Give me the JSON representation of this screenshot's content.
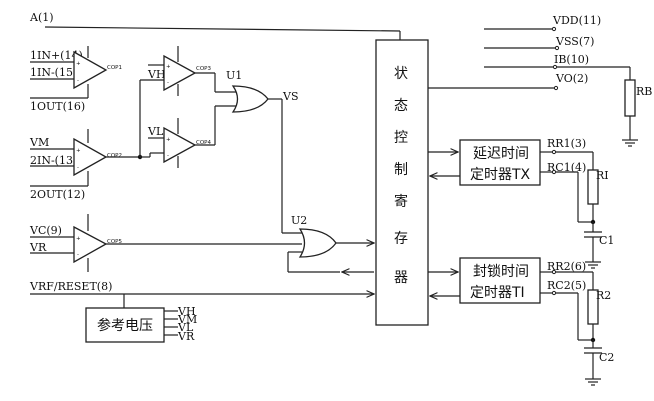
{
  "pins": {
    "a1": "A(1)",
    "in1p": "1IN+(14)",
    "in1n": "1IN-(15)",
    "out1": "1OUT(16)",
    "vm": "VM",
    "in2n": "2IN-(13)",
    "out2": "2OUT(12)",
    "vc": "VC(9)",
    "vr": "VR",
    "vrf": "VRF/RESET(8)",
    "vdd": "VDD(11)",
    "vss": "VSS(7)",
    "ib": "IB(10)",
    "vo": "VO(2)",
    "rr1": "RR1(3)",
    "rc1": "RC1(4)",
    "rr2": "RR2(6)",
    "rc2": "RC2(5)"
  },
  "comparators": {
    "cop1": "COP1",
    "cop2": "COP2",
    "cop3": "COP3",
    "cop4": "COP4",
    "cop5": "COP5"
  },
  "gates": {
    "u1": "U1",
    "u2": "U2"
  },
  "signals": {
    "vh": "VH",
    "vl": "VL",
    "vs": "VS"
  },
  "opamp_signs": {
    "plus": "+",
    "minus": "-"
  },
  "register_chars": [
    "状",
    "态",
    "控",
    "制",
    "寄",
    "存",
    "器"
  ],
  "blocks": {
    "delay_line1": "延迟时间",
    "delay_line2": "定时器TX",
    "lock_line1": "封锁时间",
    "lock_line2": "定时器TI",
    "ref": "参考电压"
  },
  "ref_outputs": [
    "VH",
    "VM",
    "VL",
    "VR"
  ],
  "components": {
    "rb": "RB",
    "r1": "RI",
    "c1": "C1",
    "r2": "R2",
    "c2": "C2"
  }
}
